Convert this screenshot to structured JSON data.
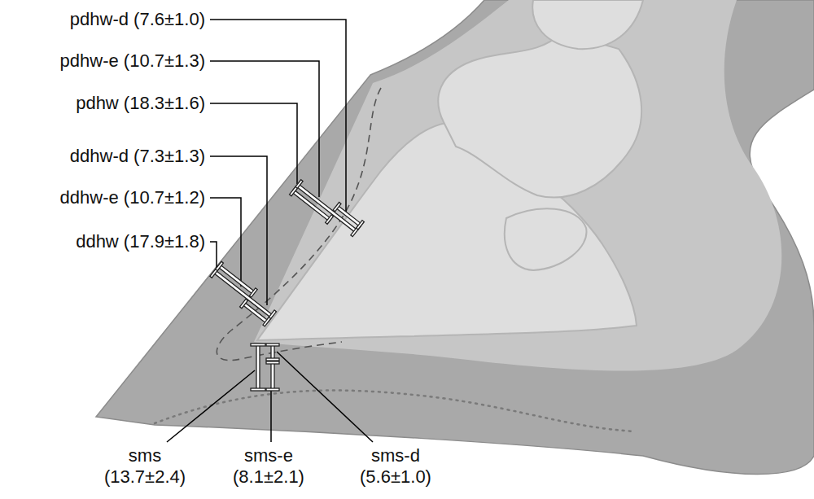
{
  "diagram": {
    "labels": [
      "pdhw-d (7.6±1.0)",
      "pdhw-e (10.7±1.3)",
      "pdhw (18.3±1.6)",
      "ddhw-d (7.3±1.3)",
      "ddhw-e (10.7±1.2)",
      "ddhw (17.9±1.8)",
      "sms (13.7±2.4)",
      "sms-e (8.1±2.1)",
      "sms-d (5.6±1.0)"
    ]
  }
}
